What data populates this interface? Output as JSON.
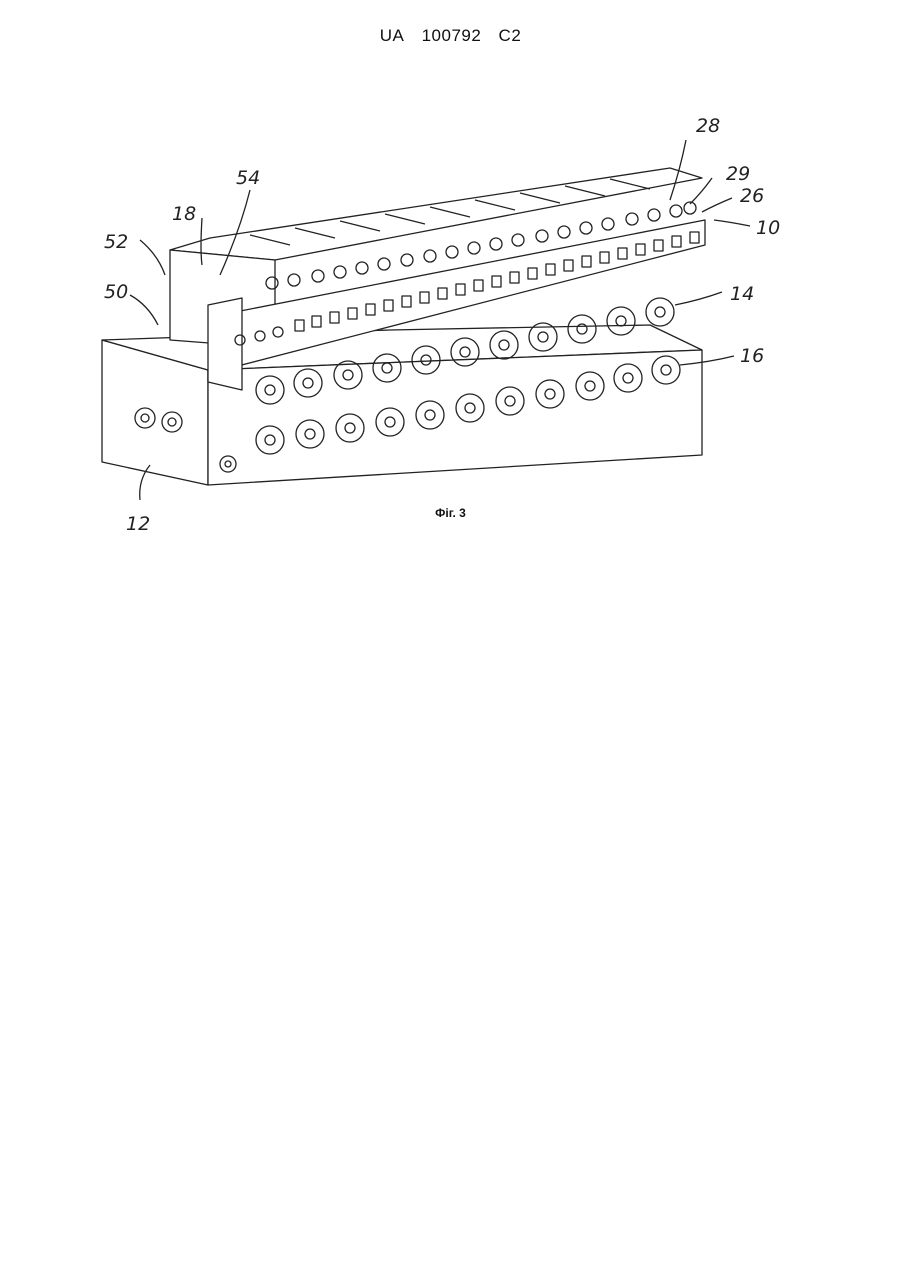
{
  "header": {
    "country": "UA",
    "number": "100792",
    "kind": "C2"
  },
  "figure": {
    "caption": "Фіг. 3",
    "refs": {
      "r28": "28",
      "r29": "29",
      "r26": "26",
      "r10": "10",
      "r54": "54",
      "r18": "18",
      "r52": "52",
      "r50": "50",
      "r14": "14",
      "r16": "16",
      "r12": "12"
    }
  }
}
